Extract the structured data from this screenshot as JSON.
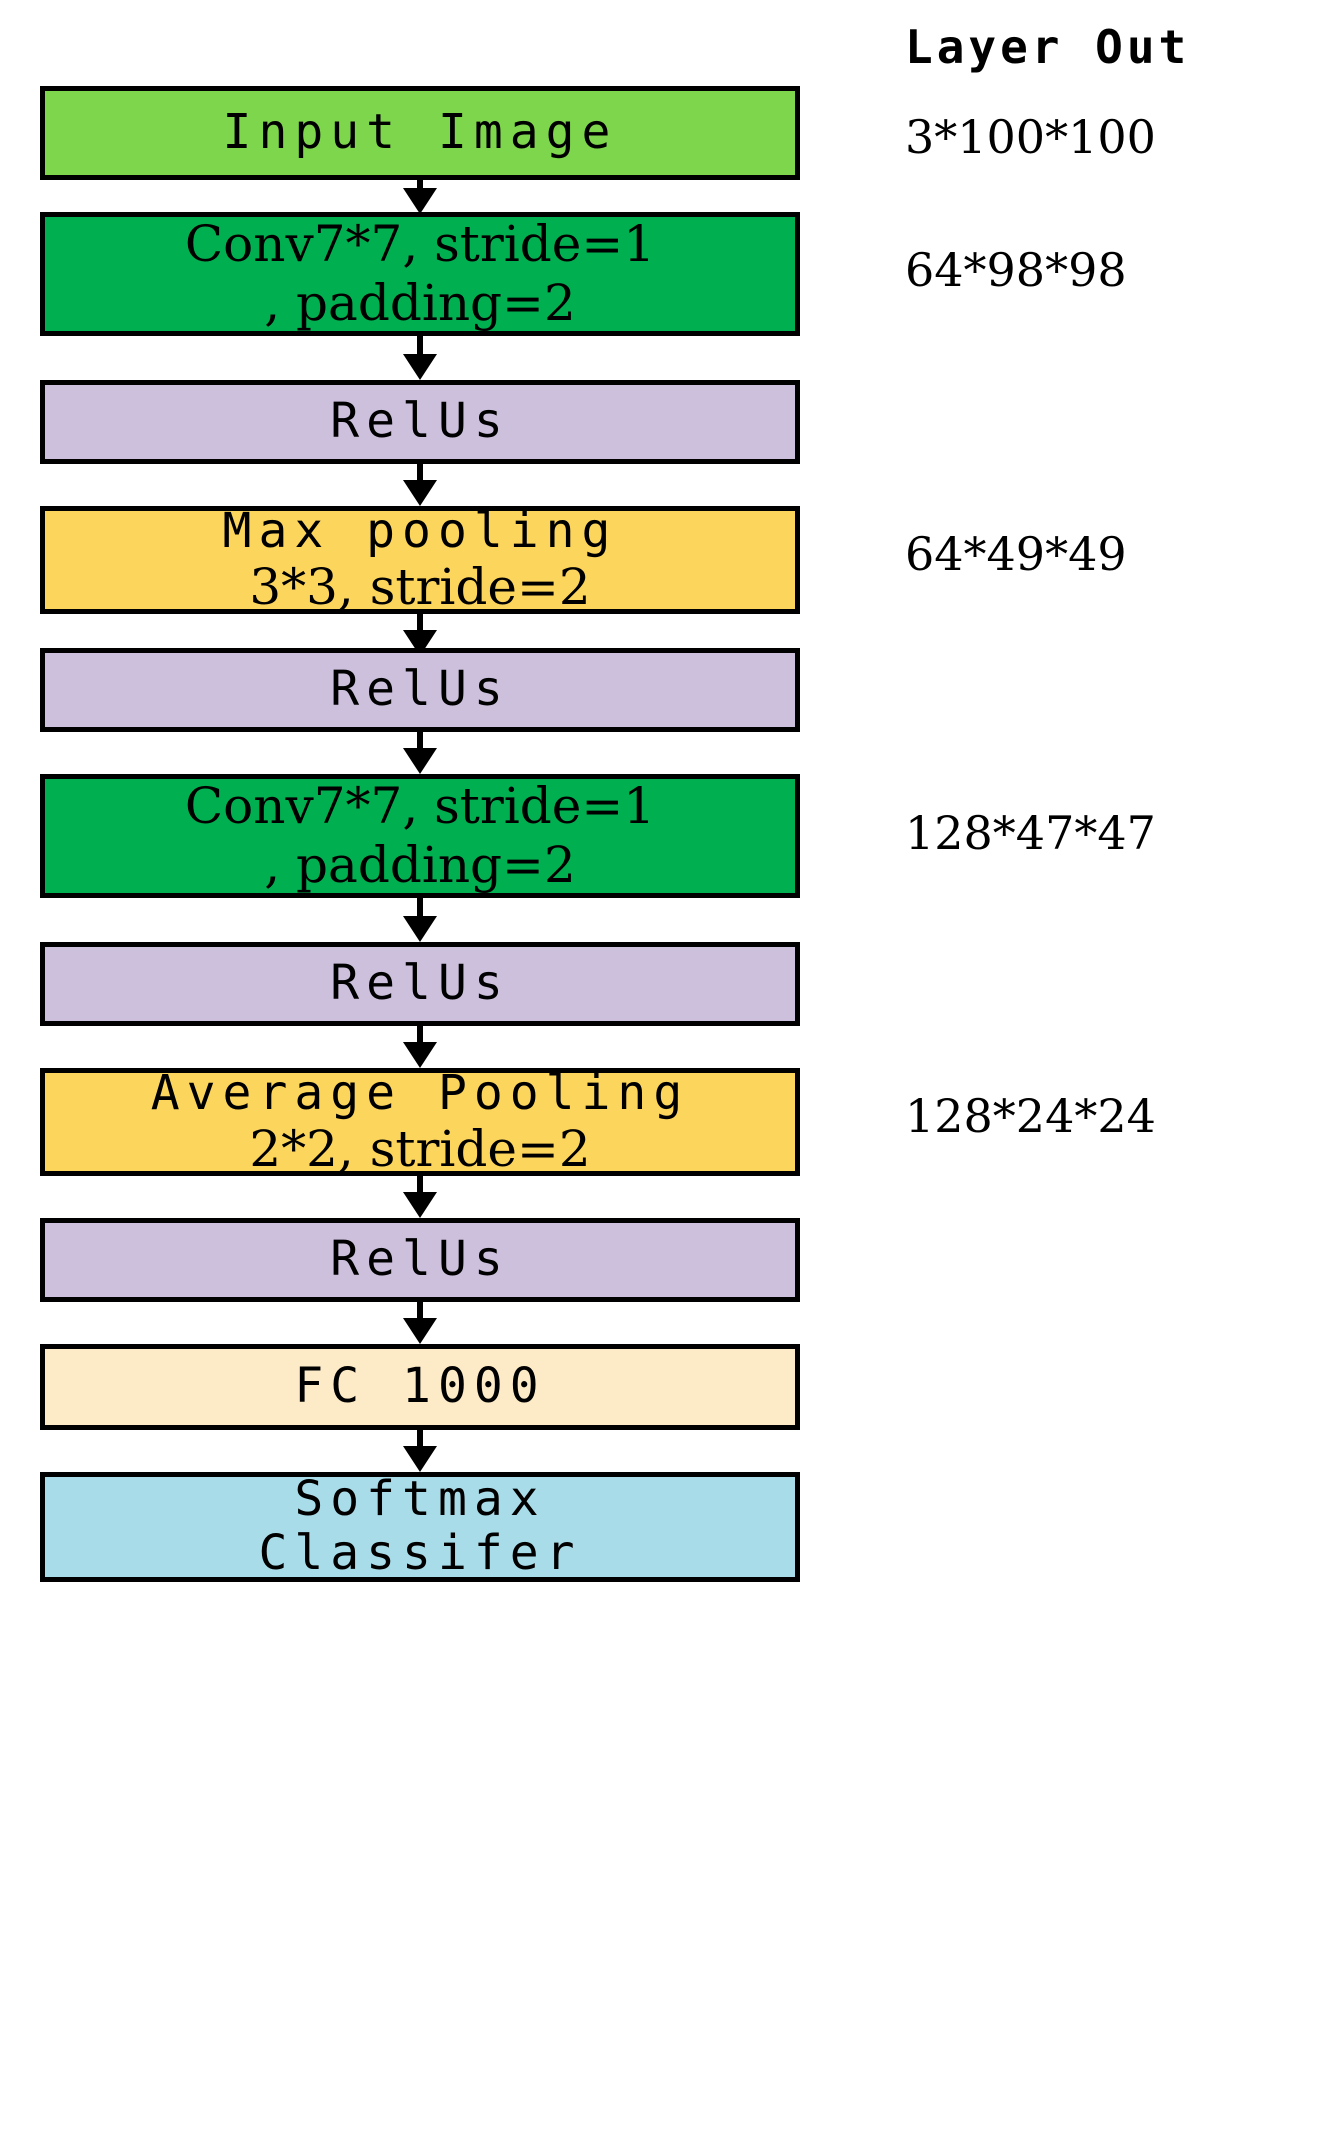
{
  "column": {
    "header": "Layer Out",
    "values": [
      {
        "id": "out-input",
        "text": "3*100*100"
      },
      {
        "id": "out-conv1",
        "text": "64*98*98"
      },
      {
        "id": "out-maxpool",
        "text": "64*49*49"
      },
      {
        "id": "out-conv2",
        "text": "128*47*47"
      },
      {
        "id": "out-avgpool",
        "text": "128*24*24"
      }
    ]
  },
  "flow": {
    "nodes": [
      {
        "id": "input-image",
        "name": "input-image",
        "lines": [
          "Input Image"
        ],
        "style": "mono-wide",
        "color": "#7DD64B"
      },
      {
        "id": "conv1",
        "name": "conv-layer-1",
        "lines": [
          "Conv7*7, stride=1",
          ", padding=2"
        ],
        "style": "serif-tight",
        "color": "#00B050"
      },
      {
        "id": "relu1",
        "name": "relu-1",
        "lines": [
          "RelUs"
        ],
        "style": "mono-wide",
        "color": "#CDC0DD"
      },
      {
        "id": "maxpool",
        "name": "max-pooling",
        "lines": [
          "Max pooling",
          "3*3, stride=2"
        ],
        "style": "serif-mix",
        "color": "#FCD55C"
      },
      {
        "id": "relu2",
        "name": "relu-2",
        "lines": [
          "RelUs"
        ],
        "style": "mono-wide",
        "color": "#CDC0DD"
      },
      {
        "id": "conv2",
        "name": "conv-layer-2",
        "lines": [
          "Conv7*7, stride=1",
          ", padding=2"
        ],
        "style": "serif-tight",
        "color": "#00B050"
      },
      {
        "id": "relu3",
        "name": "relu-3",
        "lines": [
          "RelUs"
        ],
        "style": "mono-wide",
        "color": "#CDC0DD"
      },
      {
        "id": "avgpool",
        "name": "average-pooling",
        "lines": [
          "Average Pooling",
          "2*2, stride=2"
        ],
        "style": "serif-mix",
        "color": "#FCD55C"
      },
      {
        "id": "relu4",
        "name": "relu-4",
        "lines": [
          "RelUs"
        ],
        "style": "mono-wide",
        "color": "#CDC0DD"
      },
      {
        "id": "fc",
        "name": "fully-connected",
        "lines": [
          "FC 1000"
        ],
        "style": "mono-wide",
        "color": "#FDEBC8"
      },
      {
        "id": "softmax",
        "name": "softmax-classifier",
        "lines": [
          "Softmax",
          "Classifer"
        ],
        "style": "mono-wide",
        "color": "#A8DCE8"
      }
    ]
  },
  "colors": {
    "input": "#7DD64B",
    "conv": "#00B050",
    "relu": "#CDC0DD",
    "pool": "#FCD55C",
    "fc": "#FDEBC8",
    "softmax": "#A8DCE8",
    "stroke": "#000000",
    "background": "#ffffff"
  }
}
